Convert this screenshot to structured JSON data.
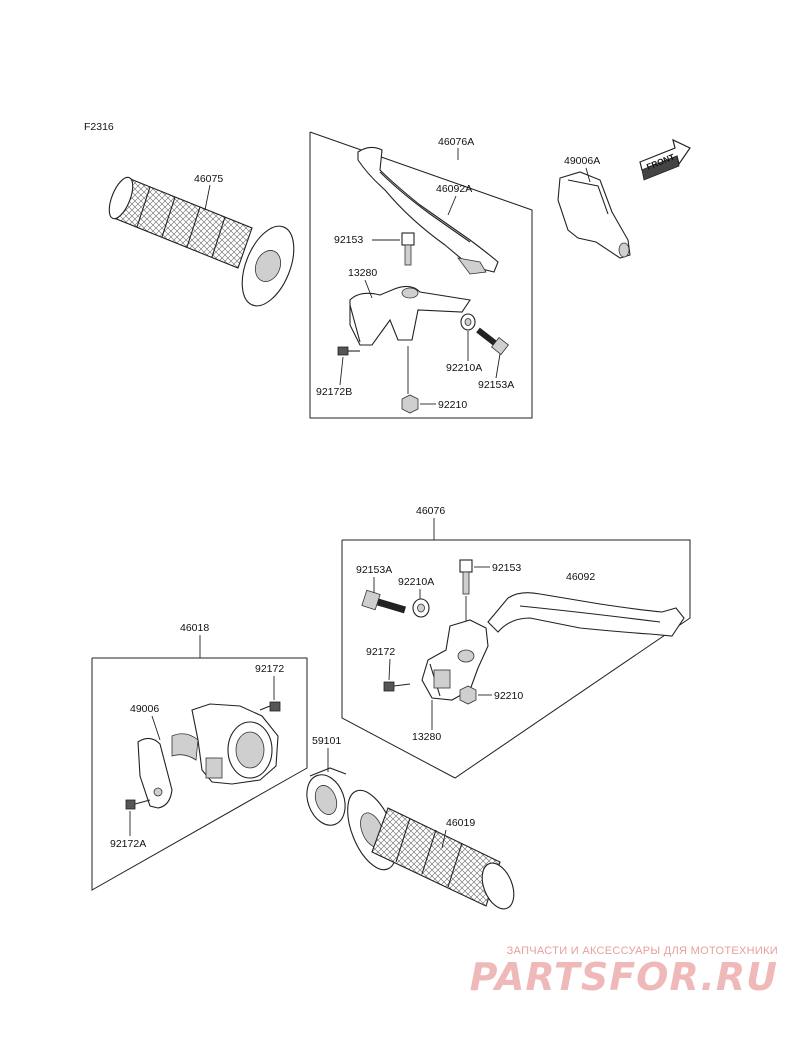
{
  "figure_code": "F2316",
  "front_label": "FRONT",
  "labels": {
    "46075": "46075",
    "46076A": "46076A",
    "46092A": "46092A",
    "49006A": "49006A",
    "92153_top": "92153",
    "13280_top": "13280",
    "92172B": "92172B",
    "92210A_top": "92210A",
    "92153A_top": "92153A",
    "92210_top": "92210",
    "46076": "46076",
    "92153A_bot": "92153A",
    "92210A_bot": "92210A",
    "92153_bot": "92153",
    "46092": "46092",
    "92172_bot": "92172",
    "92210_bot": "92210",
    "13280_bot": "13280",
    "46018": "46018",
    "92172_left": "92172",
    "49006": "49006",
    "92172A": "92172A",
    "59101": "59101",
    "46019": "46019"
  },
  "watermark": {
    "line1": "ЗАПЧАСТИ И АКСЕССУАРЫ ДЛЯ МОТОТЕХНИКИ",
    "logo": "PARTSFOR.RU"
  }
}
